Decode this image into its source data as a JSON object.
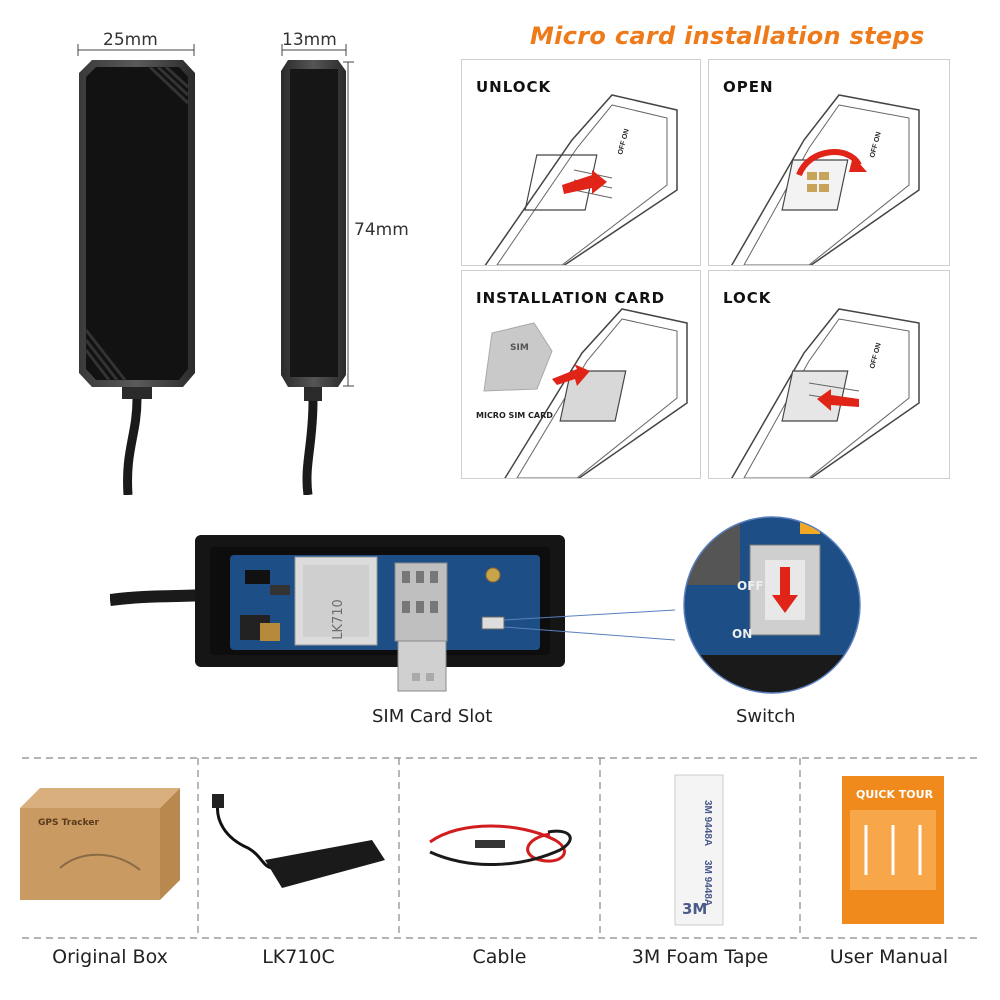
{
  "dimensions": {
    "width": "25mm",
    "thickness": "13mm",
    "length": "74mm"
  },
  "installation": {
    "title": "Micro card installation steps",
    "steps": [
      {
        "label": "UNLOCK"
      },
      {
        "label": "OPEN"
      },
      {
        "label": "INSTALLATION CARD"
      },
      {
        "label": "LOCK"
      }
    ],
    "sim_card_text": "SIM",
    "micro_sim_label": "MICRO SIM CARD",
    "switch_text": "OFF ON"
  },
  "board": {
    "chip_text": "LK710",
    "sim_slot_caption": "SIM Card Slot",
    "switch_caption": "Switch",
    "zoom_off": "OFF",
    "zoom_on": "ON"
  },
  "accessories": {
    "box_text": "GPS Tracker",
    "tape_text": "3M",
    "manual_title": "QUICK TOUR",
    "items": [
      {
        "label": "Original Box"
      },
      {
        "label": "LK710C"
      },
      {
        "label": "Cable"
      },
      {
        "label": "3M Foam Tape"
      },
      {
        "label": "User Manual"
      }
    ]
  },
  "colors": {
    "accent": "#ee7a1a",
    "arrow_red": "#e02418",
    "board_blue": "#1d4f86",
    "device_black": "#151515"
  }
}
